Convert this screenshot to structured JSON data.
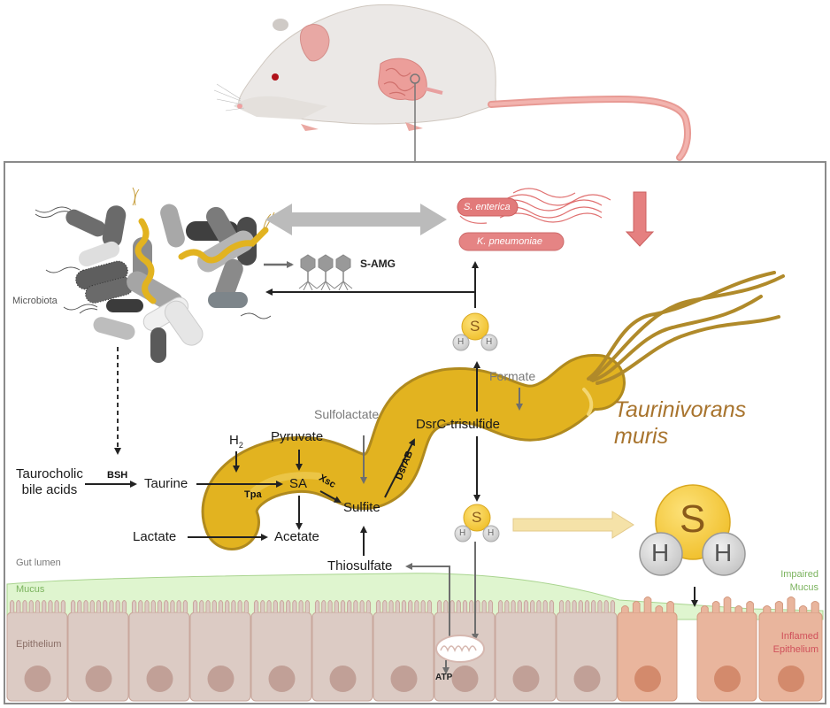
{
  "figure": {
    "organism_label_line1": "Taurinivorans",
    "organism_label_line2": "muris",
    "microbiota_label": "Microbiota",
    "phage_label": "S-AMG",
    "pathogens": [
      "S. enterica",
      "K. pneumoniae"
    ],
    "h2s_molecule": {
      "center": "S",
      "hydrogen": "H"
    },
    "metabolites": {
      "taurocholic_line1": "Taurocholic",
      "taurocholic_line2": "bile acids",
      "taurine": "Taurine",
      "h2": "H",
      "h2_sub": "2",
      "pyruvate": "Pyruvate",
      "sa": "SA",
      "sulfite": "Sulfite",
      "sulfolactate": "Sulfolactate",
      "dsrc": "DsrC-trisulfide",
      "formate": "Formate",
      "lactate": "Lactate",
      "acetate": "Acetate",
      "thiosulfate": "Thiosulfate",
      "atp": "ATP"
    },
    "enzymes": {
      "bsh": "BSH",
      "tpa": "Tpa",
      "xsc": "Xsc",
      "dsrab": "DsrAB"
    },
    "regions": {
      "gut_lumen": "Gut lumen",
      "mucus": "Mucus",
      "epithelium": "Epithelium",
      "impaired_mucus_line1": "Impaired",
      "impaired_mucus_line2": "Mucus",
      "inflamed_line1": "Inflamed",
      "inflamed_line2": "Epithelium"
    },
    "colors": {
      "bacterium_fill": "#e2b320",
      "bacterium_edge": "#b08a1e",
      "flagella": "#b08a2a",
      "organism_text": "#a8742e",
      "sulfur": "#f5cc3c",
      "pathogen": "#e07070",
      "mucus": "#dff5cf",
      "epithelium": "#dccbc4",
      "inflamed": "#e9b59d",
      "inflamed_text": "#d0505a",
      "mucus_text": "#7bb35e"
    }
  }
}
